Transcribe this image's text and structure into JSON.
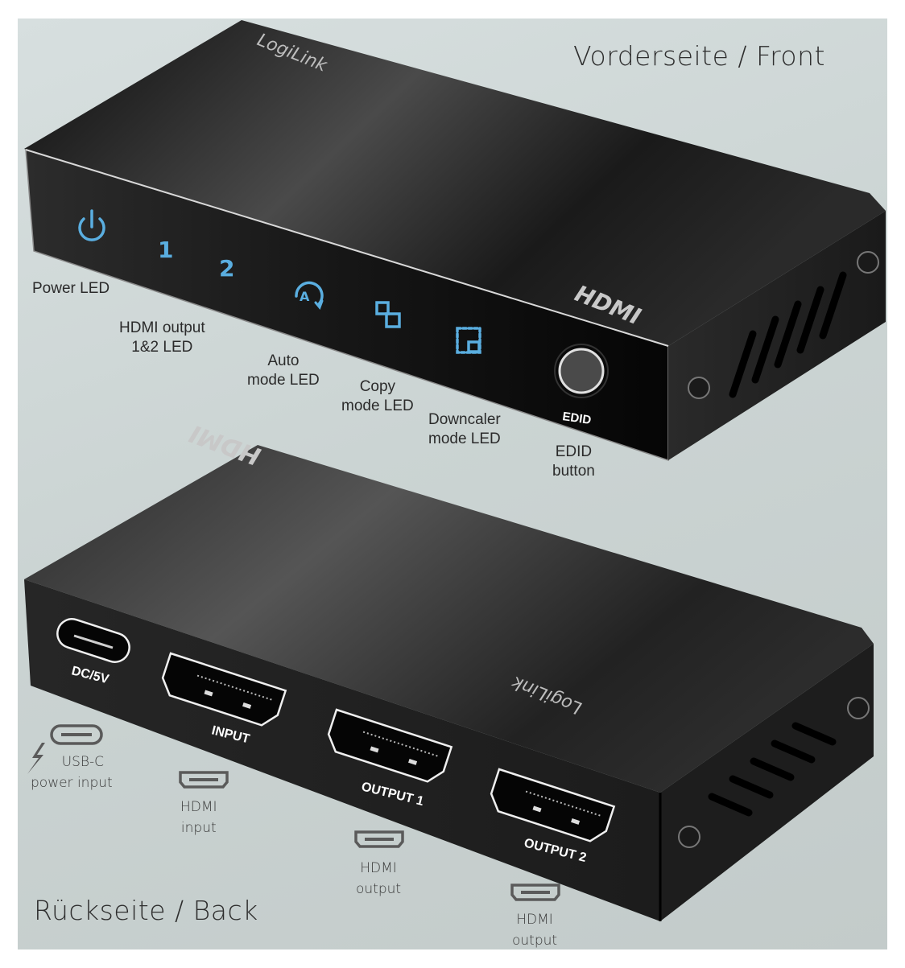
{
  "headings": {
    "front": "Vorderseite / Front",
    "back": "Rückseite / Back"
  },
  "colors": {
    "background": "#cfd8d7",
    "device_body": "#1e1e1e",
    "led_blue": "#5aaee0",
    "label_text": "#2b2b2b",
    "icon_gray": "#5a5a5a"
  },
  "front_device": {
    "brand_logo": "LogiLink",
    "hdmi_logo": "HDMI",
    "leds": [
      {
        "id": "power",
        "glyph": "power-icon"
      },
      {
        "id": "output1",
        "glyph": "1"
      },
      {
        "id": "output2",
        "glyph": "2"
      },
      {
        "id": "auto",
        "glyph": "A"
      },
      {
        "id": "copy",
        "glyph": "copy-icon"
      },
      {
        "id": "downscaler",
        "glyph": "downscale-icon"
      }
    ],
    "edid_button_label": "EDID",
    "callouts": [
      {
        "id": "power-led",
        "lines": [
          "Power LED"
        ]
      },
      {
        "id": "hdmi-output-led",
        "lines": [
          "HDMI output",
          "1&2 LED"
        ]
      },
      {
        "id": "auto-mode-led",
        "lines": [
          "Auto",
          "mode LED"
        ]
      },
      {
        "id": "copy-mode-led",
        "lines": [
          "Copy",
          "mode LED"
        ]
      },
      {
        "id": "downscaler-mode-led",
        "lines": [
          "Downcaler",
          "mode LED"
        ]
      },
      {
        "id": "edid-button",
        "lines": [
          "EDID",
          "button"
        ]
      }
    ]
  },
  "back_device": {
    "brand_logo": "LogiLink",
    "hdmi_logo": "HDMI",
    "ports": [
      {
        "id": "dc",
        "label": "DC/5V"
      },
      {
        "id": "input",
        "label": "INPUT"
      },
      {
        "id": "output1",
        "label": "OUTPUT 1"
      },
      {
        "id": "output2",
        "label": "OUTPUT 2"
      }
    ],
    "callouts": [
      {
        "id": "usb-c-power",
        "lines": [
          "USB-C",
          "power input"
        ],
        "icon": "usb-c-icon"
      },
      {
        "id": "hdmi-input",
        "lines": [
          "HDMI",
          "input"
        ],
        "icon": "hdmi-port-icon"
      },
      {
        "id": "hdmi-output-1",
        "lines": [
          "HDMI",
          "output"
        ],
        "icon": "hdmi-port-icon"
      },
      {
        "id": "hdmi-output-2",
        "lines": [
          "HDMI",
          "output"
        ],
        "icon": "hdmi-port-icon"
      }
    ]
  }
}
